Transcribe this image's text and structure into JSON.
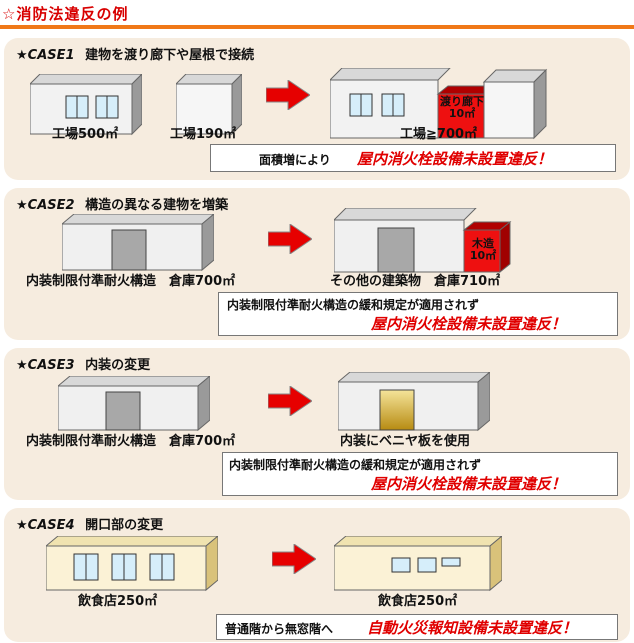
{
  "title": "☆消防法違反の例",
  "cases": [
    {
      "label": "★CASE1",
      "heading": "建物を渡り廊下や屋根で接続",
      "before_labels": [
        "工場500㎡",
        "工場190㎡"
      ],
      "after_label": "工場≧700㎡",
      "addition_label_1": "渡り廊下",
      "addition_label_2": "10㎡",
      "note_prefix": "面積増により",
      "note_violation": "屋内消火栓設備未設置違反！"
    },
    {
      "label": "★CASE2",
      "heading": "構造の異なる建物を増築",
      "before_label": "内装制限付準耐火構造　倉庫700㎡",
      "after_label": "その他の建築物　倉庫710㎡",
      "addition_label_1": "木造",
      "addition_label_2": "10㎡",
      "note_line1": "内装制限付準耐火構造の緩和規定が適用されず",
      "note_violation": "屋内消火栓設備未設置違反！"
    },
    {
      "label": "★CASE3",
      "heading": "内装の変更",
      "before_label": "内装制限付準耐火構造　倉庫700㎡",
      "after_label": "内装にベニヤ板を使用",
      "note_line1": "内装制限付準耐火構造の緩和規定が適用されず",
      "note_violation": "屋内消火栓設備未設置違反！"
    },
    {
      "label": "★CASE4",
      "heading": "開口部の変更",
      "before_label": "飲食店250㎡",
      "after_label": "飲食店250㎡",
      "note_prefix": "普通階から無窓階へ",
      "note_violation": "自動火災報知設備未設置違反！"
    }
  ],
  "colors": {
    "accent_red": "#e00000",
    "rule_orange": "#f07818",
    "panel_bg": "#f6ecdf"
  }
}
